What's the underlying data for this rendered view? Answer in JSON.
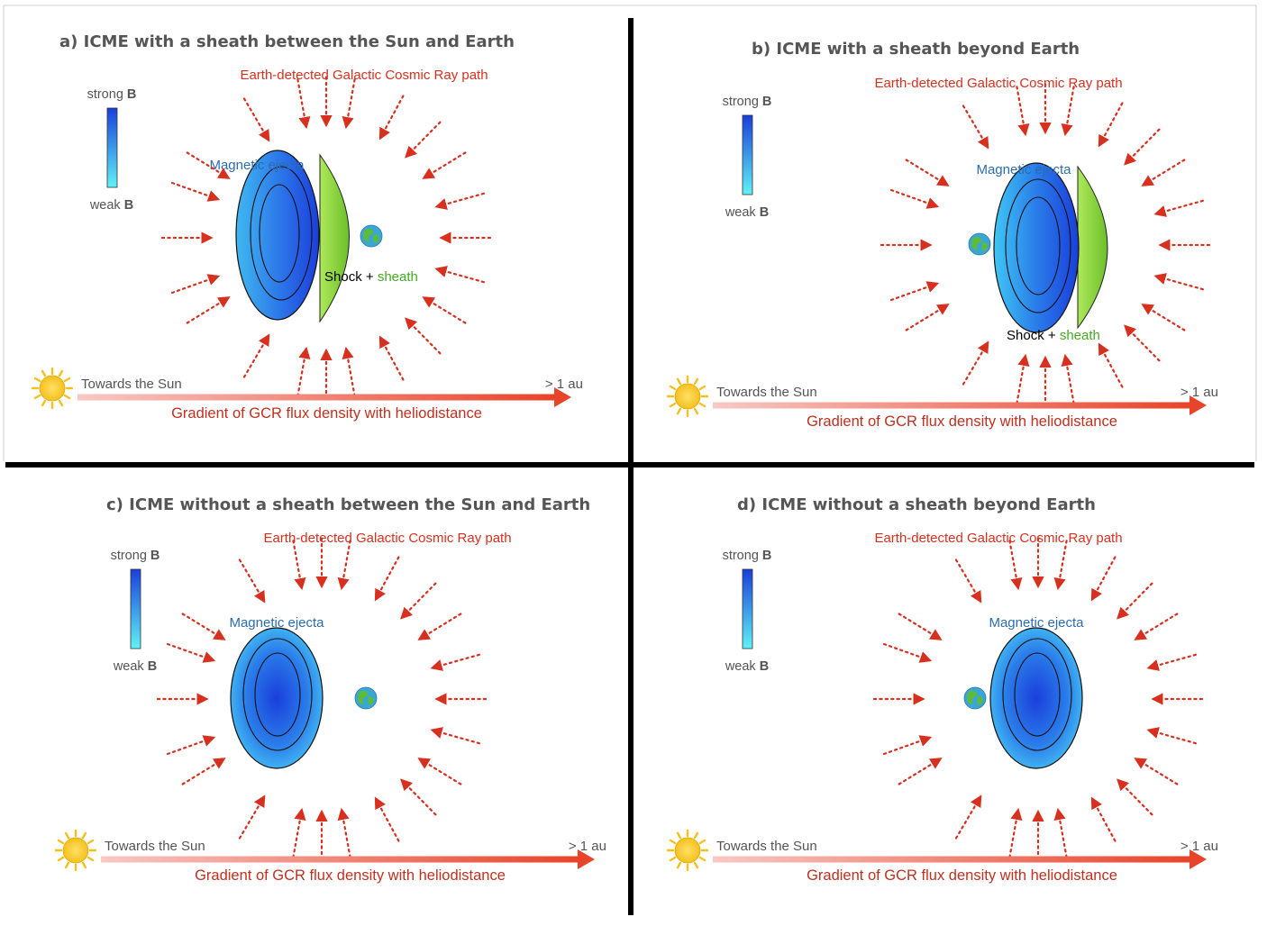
{
  "panels": [
    {
      "id": "a",
      "title": "a)  ICME with a sheath between the Sun and Earth",
      "gcr_label": "Earth-detected Galactic Cosmic Ray path",
      "strong_label": "strong",
      "weak_label": "weak",
      "b_symbol": "B",
      "ejecta_label": "Magnetic ejecta",
      "shock_label": "Shock",
      "plus": " + ",
      "sheath_label": "sheath",
      "sun_label": "Towards the Sun",
      "au_label": "> 1 au",
      "gradient_label": "Gradient of GCR flux density with heliodistance"
    },
    {
      "id": "b",
      "title": "b)  ICME with a sheath beyond Earth",
      "gcr_label": "Earth-detected Galactic Cosmic Ray path",
      "strong_label": "strong",
      "weak_label": "weak",
      "b_symbol": "B",
      "ejecta_label": "Magnetic ejecta",
      "shock_label": "Shock",
      "plus": " + ",
      "sheath_label": "sheath",
      "sun_label": "Towards the Sun",
      "au_label": "> 1 au",
      "gradient_label": "Gradient of GCR flux density with heliodistance"
    },
    {
      "id": "c",
      "title": "c)  ICME without a sheath between the Sun and Earth",
      "gcr_label": "Earth-detected Galactic Cosmic Ray path",
      "strong_label": "strong",
      "weak_label": "weak",
      "b_symbol": "B",
      "ejecta_label": "Magnetic ejecta",
      "sun_label": "Towards the Sun",
      "au_label": "> 1 au",
      "gradient_label": "Gradient of GCR flux density with heliodistance"
    },
    {
      "id": "d",
      "title": "d)  ICME without a sheath beyond Earth",
      "gcr_label": "Earth-detected Galactic Cosmic Ray path",
      "strong_label": "strong",
      "weak_label": "weak",
      "b_symbol": "B",
      "ejecta_label": "Magnetic ejecta",
      "sun_label": "Towards the Sun",
      "au_label": "> 1 au",
      "gradient_label": "Gradient of GCR flux density with heliodistance"
    }
  ],
  "colors": {
    "gcr_arrow": "#d7301f",
    "ejecta_dark": "#1a3fdb",
    "ejecta_light": "#3fb8f0",
    "sheath_green": "#8fd13f",
    "gradient_start": "#f8c8c4",
    "gradient_end": "#e8442a",
    "divider": "#000000"
  }
}
